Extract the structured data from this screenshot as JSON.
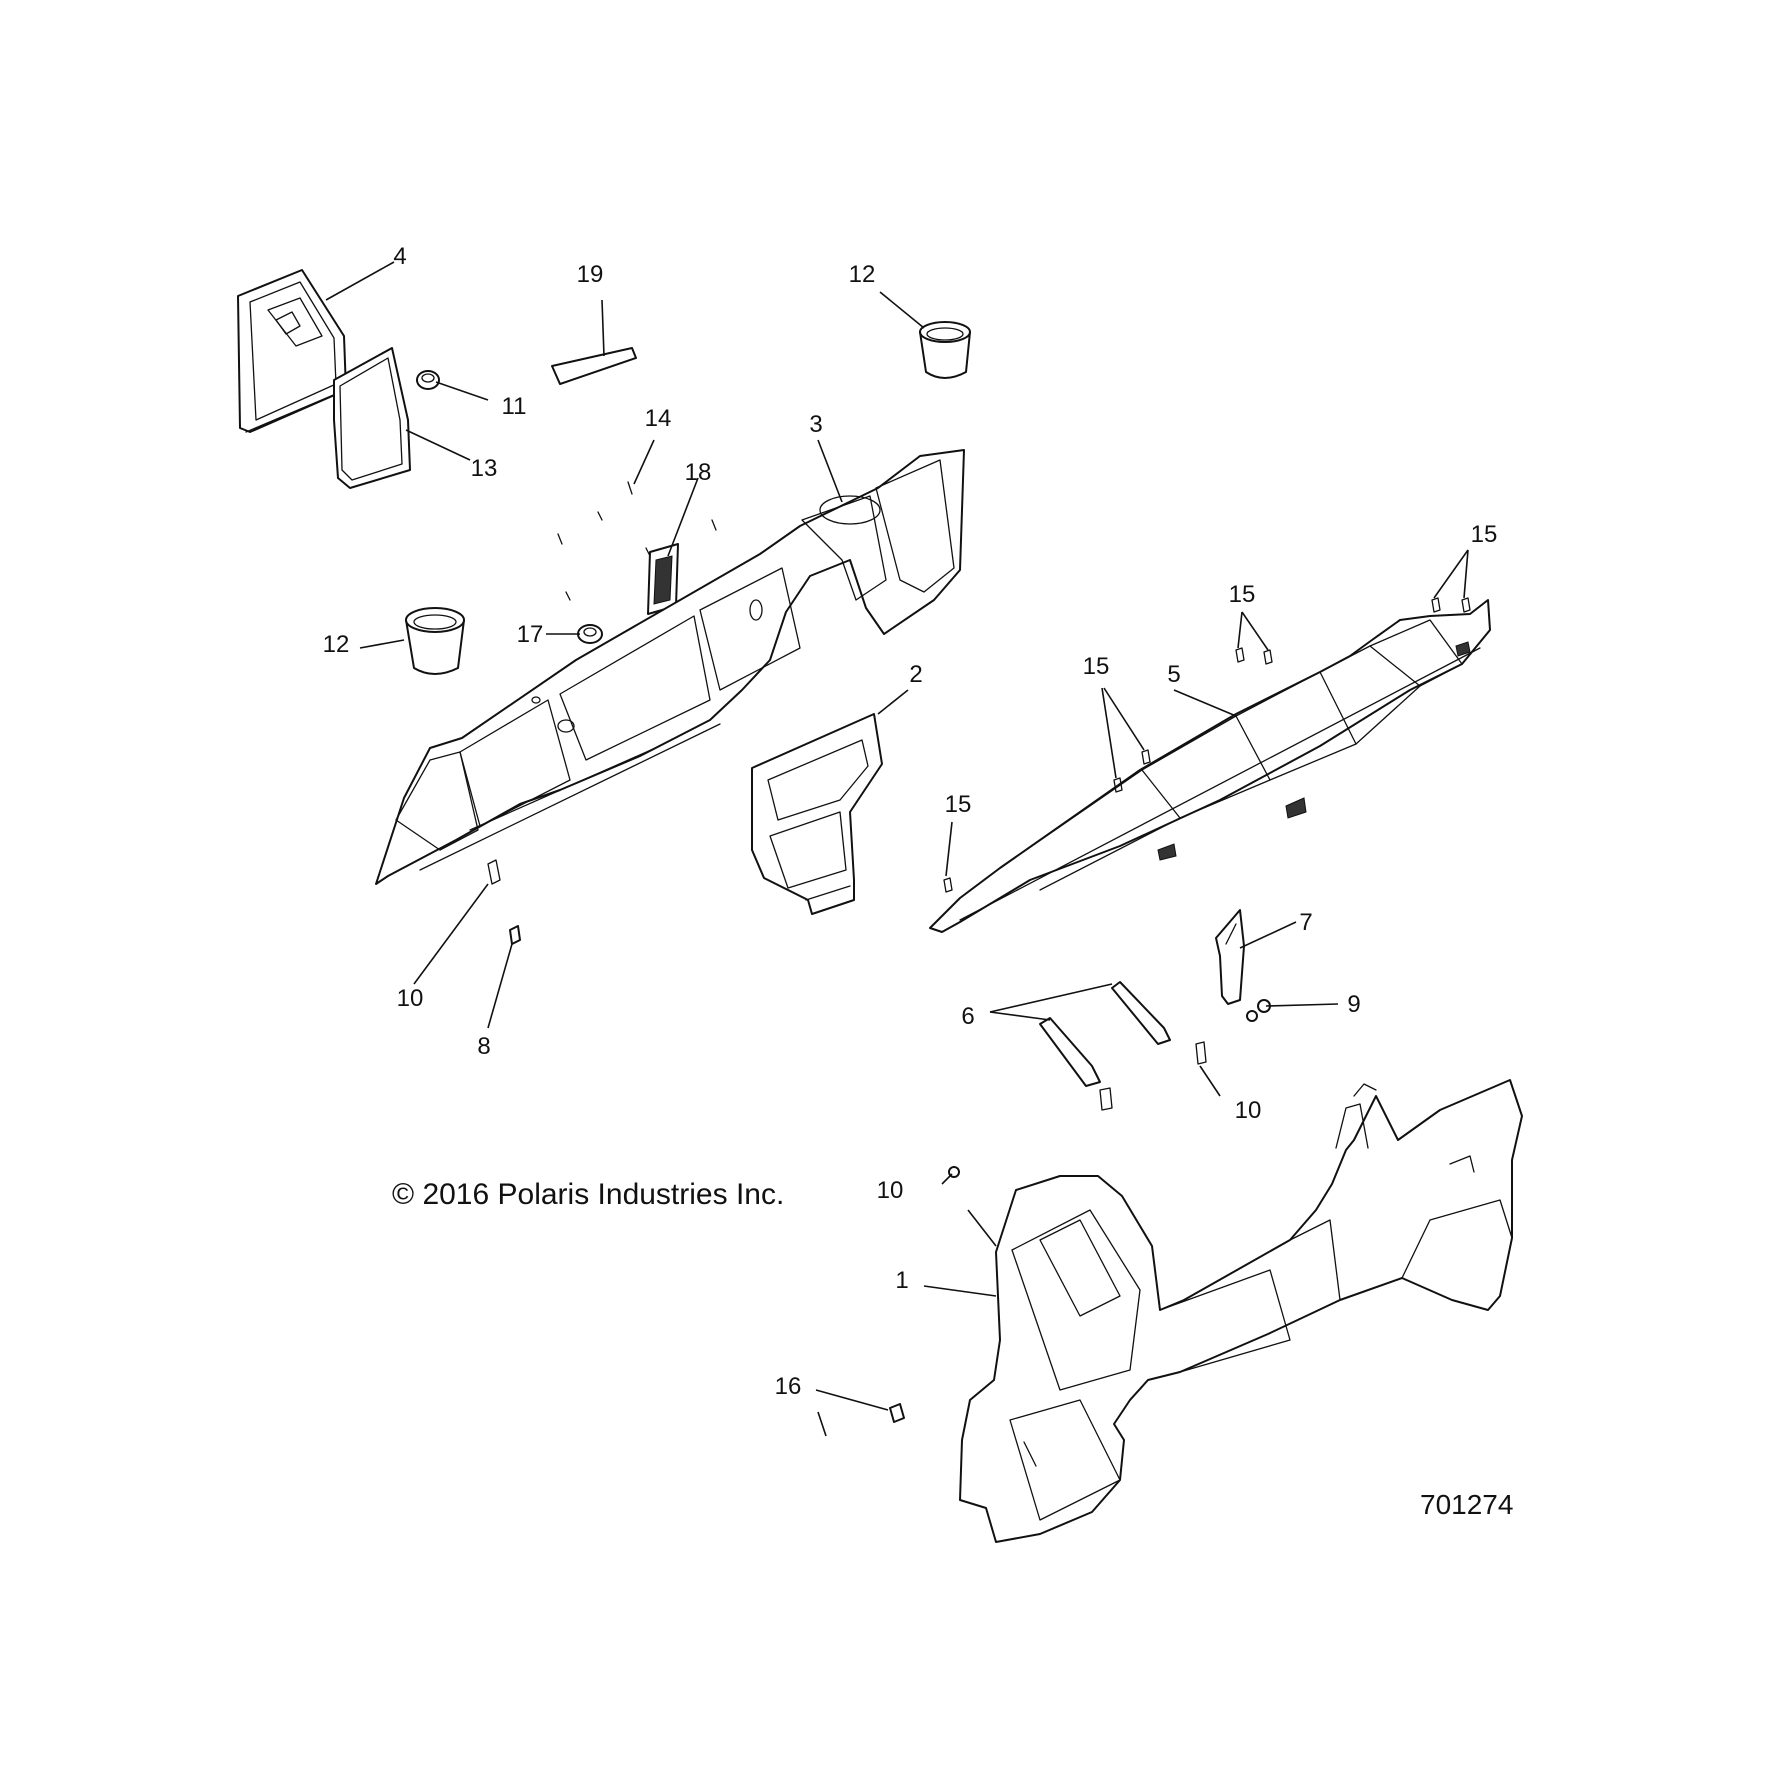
{
  "copyright": "© 2016 Polaris Industries Inc.",
  "diagram_id": "701274",
  "callouts": {
    "c1": "1",
    "c2": "2",
    "c3": "3",
    "c4": "4",
    "c5": "5",
    "c6": "6",
    "c7": "7",
    "c8": "8",
    "c9": "9",
    "c10a": "10",
    "c10b": "10",
    "c10c": "10",
    "c11": "11",
    "c12a": "12",
    "c12b": "12",
    "c13": "13",
    "c14": "14",
    "c15a": "15",
    "c15b": "15",
    "c15c": "15",
    "c15d": "15",
    "c16": "16",
    "c17": "17",
    "c18": "18",
    "c19": "19"
  }
}
